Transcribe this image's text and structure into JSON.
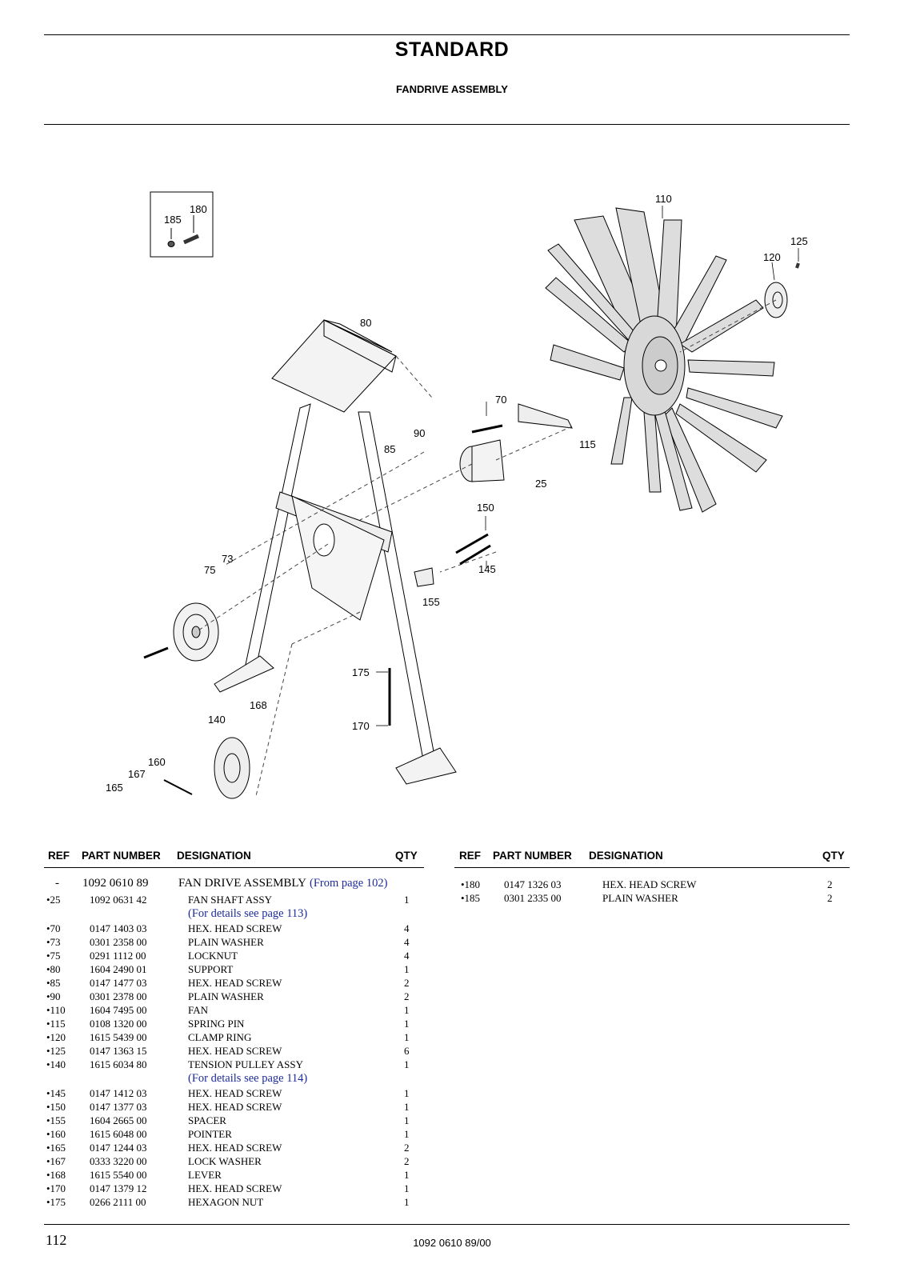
{
  "header": {
    "title": "STANDARD",
    "subtitle": "FANDRIVE ASSEMBLY"
  },
  "diagram": {
    "callouts": [
      "185",
      "180",
      "110",
      "125",
      "120",
      "80",
      "70",
      "90",
      "85",
      "115",
      "25",
      "150",
      "145",
      "73",
      "75",
      "155",
      "175",
      "168",
      "140",
      "170",
      "160",
      "167",
      "165"
    ]
  },
  "table": {
    "headers": {
      "ref": "REF",
      "part": "PART NUMBER",
      "designation": "DESIGNATION",
      "qty": "QTY"
    },
    "left_rows": [
      {
        "ref": "-",
        "part": "1092 0610 89",
        "designation": "FAN DRIVE ASSEMBLY",
        "note": "(From page 102)",
        "qty": ""
      },
      {
        "ref": "•25",
        "part": "1092 0631 42",
        "designation": "FAN SHAFT ASSY",
        "qty": "1"
      },
      {
        "note": "(For details see page 113)"
      },
      {
        "ref": "•70",
        "part": "0147 1403 03",
        "designation": "HEX. HEAD SCREW",
        "qty": "4"
      },
      {
        "ref": "•73",
        "part": "0301 2358 00",
        "designation": "PLAIN WASHER",
        "qty": "4"
      },
      {
        "ref": "•75",
        "part": "0291 1112 00",
        "designation": "LOCKNUT",
        "qty": "4"
      },
      {
        "ref": "•80",
        "part": "1604 2490 01",
        "designation": "SUPPORT",
        "qty": "1"
      },
      {
        "ref": "•85",
        "part": "0147 1477 03",
        "designation": "HEX. HEAD SCREW",
        "qty": "2"
      },
      {
        "ref": "•90",
        "part": "0301 2378 00",
        "designation": "PLAIN WASHER",
        "qty": "2"
      },
      {
        "ref": "•110",
        "part": "1604 7495 00",
        "designation": "FAN",
        "qty": "1"
      },
      {
        "ref": "•115",
        "part": "0108 1320 00",
        "designation": "SPRING PIN",
        "qty": "1"
      },
      {
        "ref": "•120",
        "part": "1615 5439 00",
        "designation": "CLAMP RING",
        "qty": "1"
      },
      {
        "ref": "•125",
        "part": "0147 1363 15",
        "designation": "HEX. HEAD SCREW",
        "qty": "6"
      },
      {
        "ref": "•140",
        "part": "1615 6034 80",
        "designation": "TENSION PULLEY ASSY",
        "qty": "1"
      },
      {
        "note": "(For details see page 114)"
      },
      {
        "ref": "•145",
        "part": "0147 1412 03",
        "designation": "HEX. HEAD SCREW",
        "qty": "1"
      },
      {
        "ref": "•150",
        "part": "0147 1377 03",
        "designation": "HEX. HEAD SCREW",
        "qty": "1"
      },
      {
        "ref": "•155",
        "part": "1604 2665 00",
        "designation": "SPACER",
        "qty": "1"
      },
      {
        "ref": "•160",
        "part": "1615 6048 00",
        "designation": "POINTER",
        "qty": "1"
      },
      {
        "ref": "•165",
        "part": "0147 1244 03",
        "designation": "HEX. HEAD SCREW",
        "qty": "2"
      },
      {
        "ref": "•167",
        "part": "0333 3220 00",
        "designation": "LOCK WASHER",
        "qty": "2"
      },
      {
        "ref": "•168",
        "part": "1615 5540 00",
        "designation": "LEVER",
        "qty": "1"
      },
      {
        "ref": "•170",
        "part": "0147 1379 12",
        "designation": "HEX. HEAD SCREW",
        "qty": "1"
      },
      {
        "ref": "•175",
        "part": "0266 2111 00",
        "designation": "HEXAGON NUT",
        "qty": "1"
      }
    ],
    "right_rows": [
      {
        "ref": "•180",
        "part": "0147 1326 03",
        "designation": "HEX. HEAD SCREW",
        "qty": "2"
      },
      {
        "ref": "•185",
        "part": "0301 2335 00",
        "designation": "PLAIN WASHER",
        "qty": "2"
      }
    ]
  },
  "footer": {
    "page_number": "112",
    "document_number": "1092 0610 89/00"
  }
}
